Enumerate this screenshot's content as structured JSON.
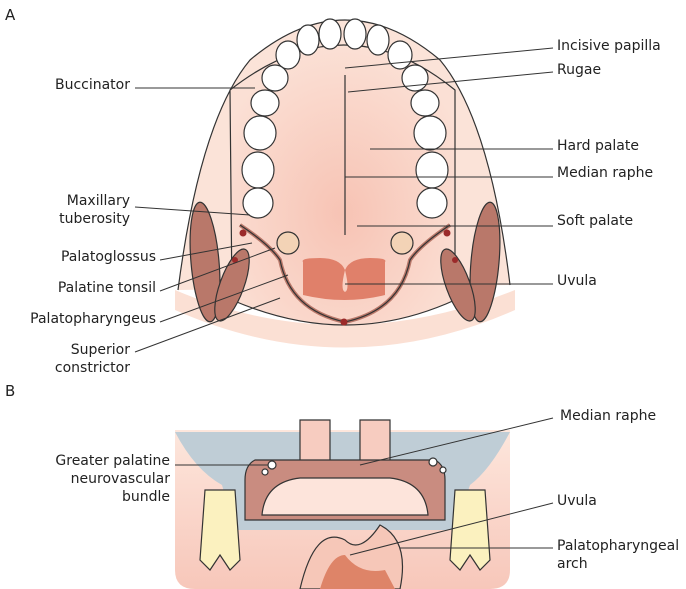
{
  "panels": {
    "a": "A",
    "b": "B"
  },
  "panel_a_labels": {
    "incisive_papilla": "Incisive papilla",
    "rugae": "Rugae",
    "buccinator": "Buccinator",
    "hard_palate": "Hard palate",
    "median_raphe": "Median raphe",
    "maxillary_tuberosity_1": "Maxillary",
    "maxillary_tuberosity_2": "tuberosity",
    "soft_palate": "Soft palate",
    "palatoglossus": "Palatoglossus",
    "palatine_tonsil": "Palatine tonsil",
    "uvula": "Uvula",
    "palatopharyngeus": "Palatopharyngeus",
    "superior_constrictor_1": "Superior",
    "superior_constrictor_2": "constrictor"
  },
  "panel_b_labels": {
    "median_raphe": "Median raphe",
    "greater_palatine_1": "Greater palatine",
    "greater_palatine_2": "neurovascular",
    "greater_palatine_3": "bundle",
    "uvula": "Uvula",
    "palatopharyngeal_arch_1": "Palatopharyngeal",
    "palatopharyngeal_arch_2": "arch"
  },
  "colors": {
    "skin": "#f9d9c8",
    "palate": "#f6c4b6",
    "muscle": "#b9786a",
    "uvula": "#e0806a",
    "bone": "#bfcdd6",
    "tooth_b": "#fbf1bf",
    "line": "#333333"
  }
}
